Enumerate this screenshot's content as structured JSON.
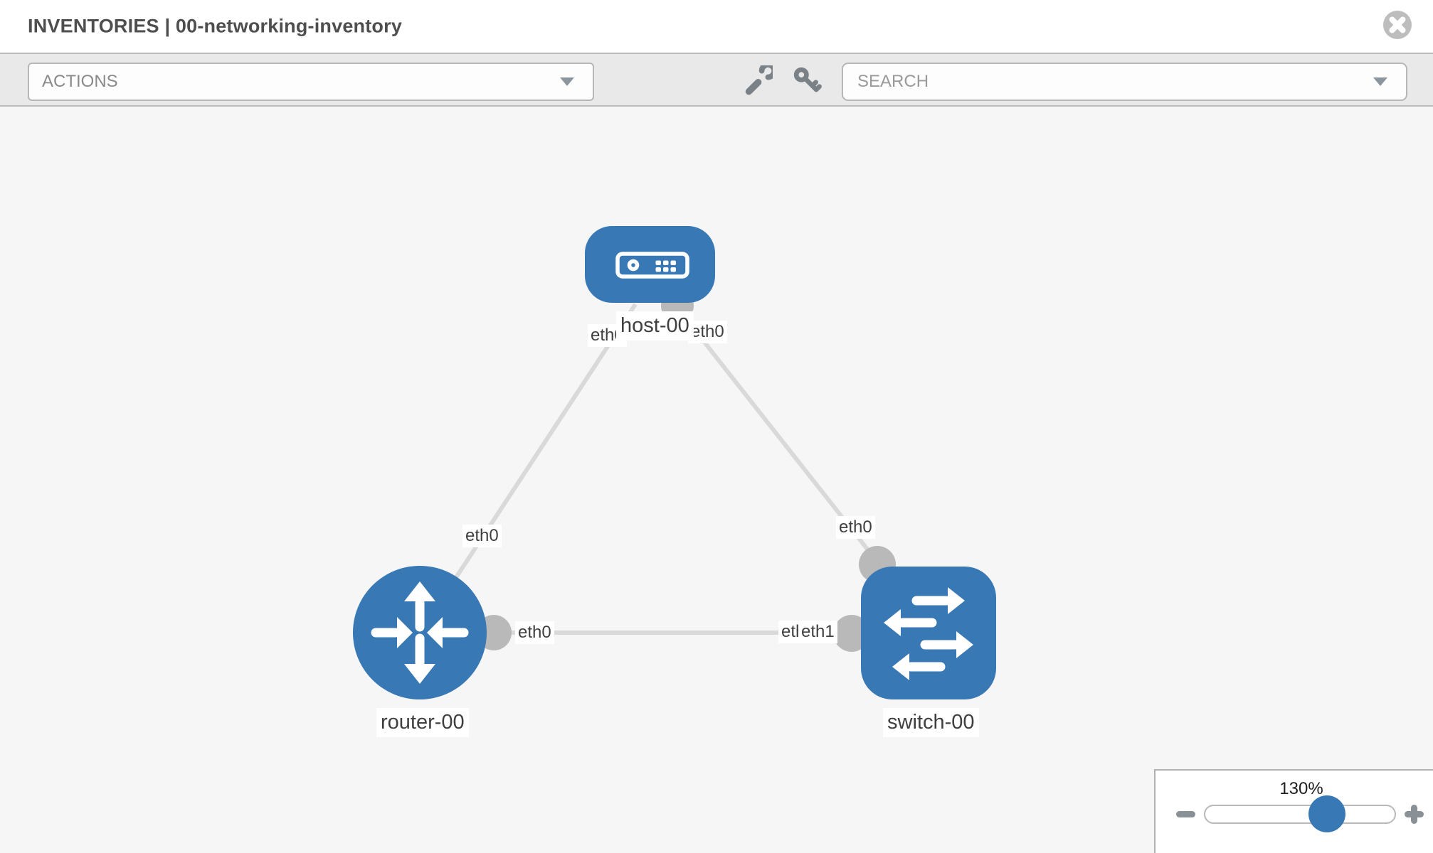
{
  "header": {
    "title": "INVENTORIES | 00-networking-inventory"
  },
  "toolbar": {
    "actions_label": "ACTIONS",
    "search_placeholder": "SEARCH",
    "tool_icons": [
      "wrench-icon",
      "key-icon"
    ]
  },
  "topology": {
    "nodes": [
      {
        "id": "host-00",
        "type": "host",
        "label": "host-00"
      },
      {
        "id": "router-00",
        "type": "router",
        "label": "router-00"
      },
      {
        "id": "switch-00",
        "type": "switch",
        "label": "switch-00"
      }
    ],
    "links": [
      {
        "from": "host-00",
        "to": "router-00",
        "from_interface": "eth0",
        "to_interface": "eth0"
      },
      {
        "from": "host-00",
        "to": "switch-00",
        "from_interface": "eth0",
        "to_interface": "eth0"
      },
      {
        "from": "router-00",
        "to": "switch-00",
        "from_interface": "eth0",
        "to_interface": "eth1"
      }
    ],
    "interface_labels": [
      {
        "id": "host-left",
        "text": "eth0"
      },
      {
        "id": "host-right",
        "text": "eth0"
      },
      {
        "id": "router-top",
        "text": "eth0"
      },
      {
        "id": "router-right",
        "text": "eth0"
      },
      {
        "id": "switch-left-back",
        "text": "eth0"
      },
      {
        "id": "switch-left-front",
        "text": "eth1"
      },
      {
        "id": "switch-top",
        "text": "eth0"
      }
    ]
  },
  "zoom_control": {
    "level": "130%"
  },
  "colors": {
    "node_blue": "#3878b4",
    "link_gray": "#d9d9d9",
    "endpoint_gray": "#b9b9b9",
    "toolbar_gray": "#e9e9e9",
    "icon_gray": "#7b8287"
  }
}
